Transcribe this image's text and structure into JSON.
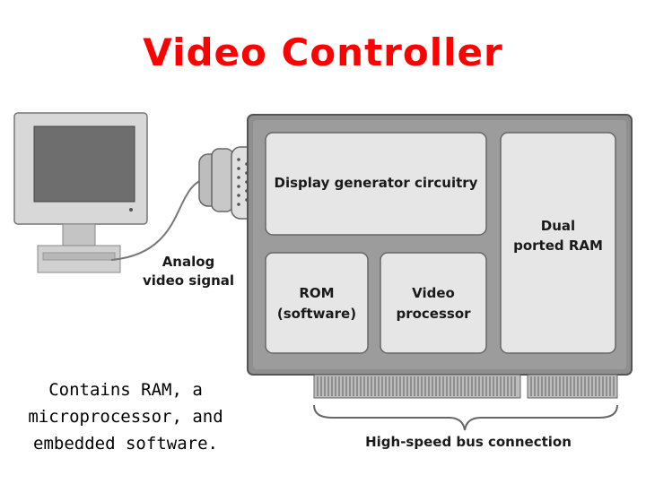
{
  "title": "Video Controller",
  "caption": {
    "lines": [
      "Contains RAM, a",
      "microprocessor, and",
      "embedded software."
    ]
  },
  "diagram": {
    "signal_label": [
      "Analog",
      "video signal"
    ],
    "display_generator": "Display generator circuitry",
    "dual_ram": [
      "Dual",
      "ported RAM"
    ],
    "rom": [
      "ROM",
      "(software)"
    ],
    "video_processor": [
      "Video",
      "processor"
    ],
    "bus_label": "High-speed bus connection"
  }
}
